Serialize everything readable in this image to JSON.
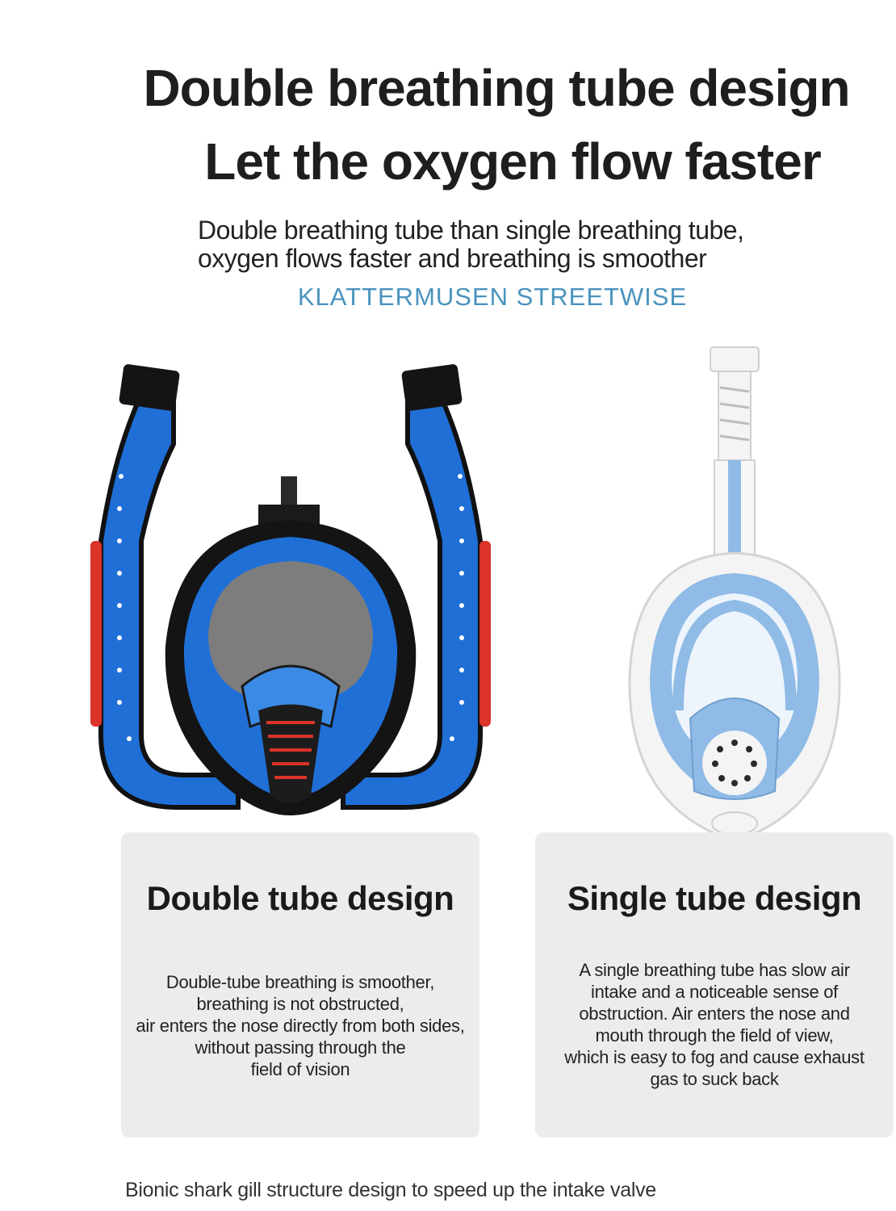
{
  "heading": {
    "line1": "Double breathing tube design",
    "line2": "Let the oxygen flow faster"
  },
  "subheading": {
    "line1": "Double breathing tube than single breathing tube,",
    "line2": "oxygen flows faster and breathing is smoother"
  },
  "brand": "KLATTERMUSEN STREETWISE",
  "cards": {
    "double": {
      "title": "Double tube design",
      "lines": [
        "Double-tube breathing is smoother,",
        "breathing is not obstructed,",
        "air enters the nose directly from both sides,",
        "without passing through the",
        "field of vision"
      ]
    },
    "single": {
      "title": "Single tube design",
      "lines": [
        "A single breathing tube has slow air",
        "intake and a noticeable sense of",
        "obstruction. Air enters the nose and",
        "mouth through the field of view,",
        "which is easy to fog and cause exhaust",
        "gas to suck back"
      ]
    }
  },
  "footer": "Bionic shark gill structure design to speed up the intake valve",
  "colors": {
    "brand_text": "#4a93bd",
    "double_mask_blue": "#1f6fd6",
    "double_mask_black": "#141414",
    "accent_red": "#d9332a",
    "single_mask_blue": "#8fbbe6",
    "single_mask_white": "#f4f4f4",
    "card_bg": "#ececec"
  }
}
